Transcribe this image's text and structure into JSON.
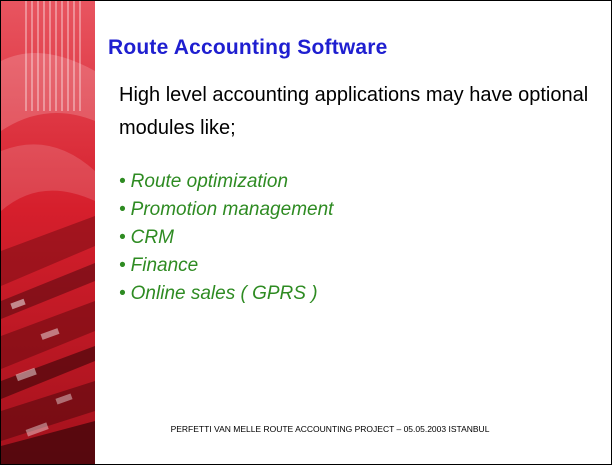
{
  "slide": {
    "title": "Route Accounting Software",
    "intro": "High level accounting applications may have optional modules like;",
    "bullet_marker": "•",
    "bullets": [
      "Route optimization",
      "Promotion management",
      "CRM",
      "Finance",
      "Online sales ( GPRS )"
    ],
    "footer": "PERFETTI VAN MELLE ROUTE ACCOUNTING PROJECT – 05.05.2003 ISTANBUL"
  },
  "colors": {
    "title": "#1f1fd0",
    "bullets": "#2e8b22",
    "strip_red": "#d61f2c",
    "strip_dark": "#7a0d14"
  },
  "icons": {
    "side_strip": "decorative-red-banner"
  }
}
